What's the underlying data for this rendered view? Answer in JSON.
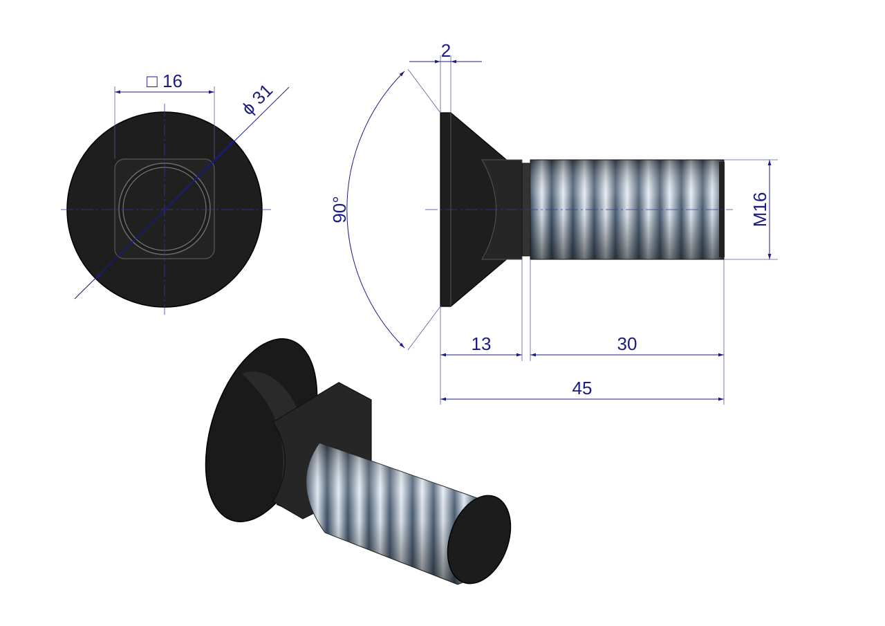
{
  "drawing": {
    "dimensions": {
      "square_size": "□ 16",
      "head_diameter": "ϕ 31",
      "head_thickness": "2",
      "head_angle": "90°",
      "thread": "M16",
      "neck_length": "13",
      "thread_length": "30",
      "total_length": "45"
    },
    "colors": {
      "dimension": "#1b1b85",
      "part": "#1e1e1e",
      "thread": "#9fb2c8"
    }
  }
}
